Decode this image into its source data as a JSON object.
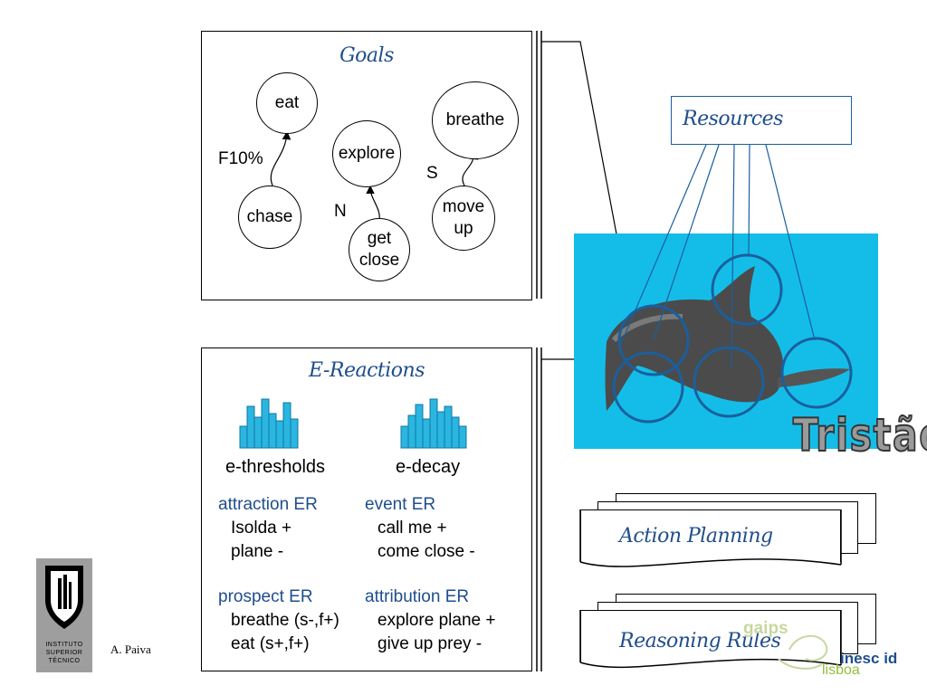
{
  "goals": {
    "title": "Goals",
    "nodes": {
      "eat": "eat",
      "explore": "explore",
      "breathe": "breathe",
      "chase": "chase",
      "get_close": "get close",
      "move_up": "move up"
    },
    "edge_labels": {
      "chase_eat": "F10%",
      "getclose_explore": "N",
      "moveup_breathe": "S"
    }
  },
  "ereactions": {
    "title": "E-Reactions",
    "hist1_label": "e-thresholds",
    "hist2_label": "e-decay",
    "groups": [
      {
        "heading": "attraction ER",
        "items": [
          "Isolda +",
          "plane -"
        ]
      },
      {
        "heading": "event ER",
        "items": [
          "call me +",
          "come close -"
        ]
      },
      {
        "heading": "prospect ER",
        "items": [
          "breathe (s-,f+)",
          "eat (s+,f+)"
        ]
      },
      {
        "heading": "attribution ER",
        "items": [
          "explore plane +",
          "give up prey -"
        ]
      }
    ]
  },
  "resources": {
    "label": "Resources"
  },
  "tristao": {
    "label": "Tristão"
  },
  "action_planning": {
    "label": "Action Planning"
  },
  "reasoning_rules": {
    "label": "Reasoning Rules"
  },
  "footer": {
    "author": "A. Paiva",
    "ist_lines": [
      "INSTITUTO",
      "SUPERIOR",
      "TÉCNICO"
    ],
    "gaips": "gaips",
    "inesc_top": "inesc id",
    "inesc_bottom": "lisboa"
  },
  "colors": {
    "accent_blue": "#1f4e8c",
    "water": "#14bde8",
    "histogram": "#29b6e0",
    "circle_stroke": "#1a5f9e"
  }
}
